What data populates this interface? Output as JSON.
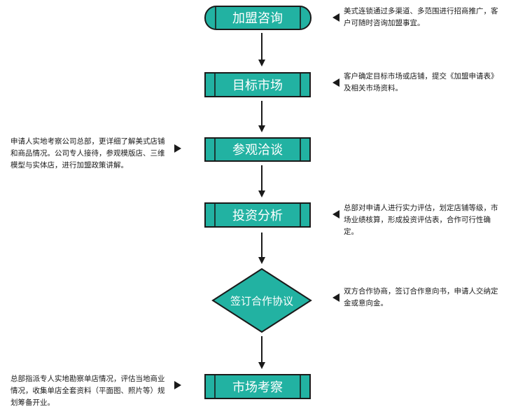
{
  "diagram": {
    "colors": {
      "fill": "#22b2a2",
      "stroke": "#1a1a1a",
      "text": "#ffffff"
    },
    "steps": [
      {
        "label": "加盟咨询",
        "shape": "rounded",
        "note": "美式连锁通过多渠道、多范围进行招商推广，客户可随时咨询加盟事宜。",
        "note_side": "right"
      },
      {
        "label": "目标市场",
        "shape": "process",
        "note": "客户确定目标市场或店铺，提交《加盟申请表》及相关市场资料。",
        "note_side": "right"
      },
      {
        "label": "参观洽谈",
        "shape": "process",
        "note": "申请人实地考察公司总部，更详细了解美式店铺和商品情况。公司专人接待，参观模版店、三维模型与实体店，进行加盟政策讲解。",
        "note_side": "left"
      },
      {
        "label": "投资分析",
        "shape": "process",
        "note": "总部对申请人进行实力评估，划定店铺等级，市场业绩核算，形成投资评估表，合作可行性确定。",
        "note_side": "right"
      },
      {
        "label": "签订合作协议",
        "shape": "diamond",
        "note": "双方合作协商，签订合作意向书，申请人交纳定金或意向金。",
        "note_side": "right"
      },
      {
        "label": "市场考察",
        "shape": "process",
        "note": "总部指派专人实地勘察单店情况，评估当地商业情况，收集单店全套资料（平面图、照片等）规划筹备开业。",
        "note_side": "left"
      }
    ]
  }
}
